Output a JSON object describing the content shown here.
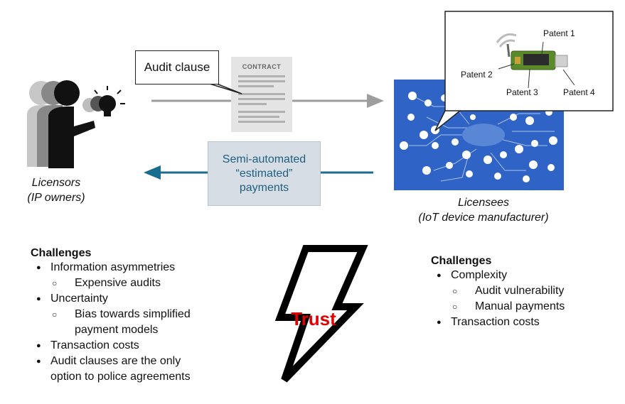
{
  "audit_callout": {
    "label": "Audit clause"
  },
  "contract": {
    "title": "CONTRACT"
  },
  "payments": {
    "line1": "Semi-automated",
    "line2": "“estimated”",
    "line3": "payments"
  },
  "licensors": {
    "line1": "Licensors",
    "line2": "(IP owners)"
  },
  "licensees": {
    "line1": "Licensees",
    "line2": "(IoT device manufacturer)"
  },
  "patents": {
    "p1": "Patent 1",
    "p2": "Patent 2",
    "p3": "Patent 3",
    "p4": "Patent 4"
  },
  "left_challenges": {
    "title": "Challenges",
    "i1": "Information asymmetries",
    "i1_sub1": "Expensive audits",
    "i2": "Uncertainty",
    "i2_sub1a": "Bias towards simplified",
    "i2_sub1b": "payment models",
    "i3": "Transaction costs",
    "i4a": "Audit clauses are the only",
    "i4b": "option to police agreements"
  },
  "right_challenges": {
    "title": "Challenges",
    "i1": "Complexity",
    "i1_sub1": "Audit vulnerability",
    "i1_sub2": "Manual payments",
    "i2": "Transaction costs"
  },
  "trust": {
    "label": "Trust"
  },
  "colors": {
    "arrow_gray": "#9e9e9e",
    "arrow_blue": "#1b6d8f",
    "iot_blue": "#2f63c6",
    "trust_red": "#e00000"
  },
  "icons": [
    "licensor-people-icon",
    "lightbulb-icon",
    "contract-document-icon",
    "iot-network-icon",
    "usb-device-icon",
    "lightning-bolt-icon"
  ]
}
